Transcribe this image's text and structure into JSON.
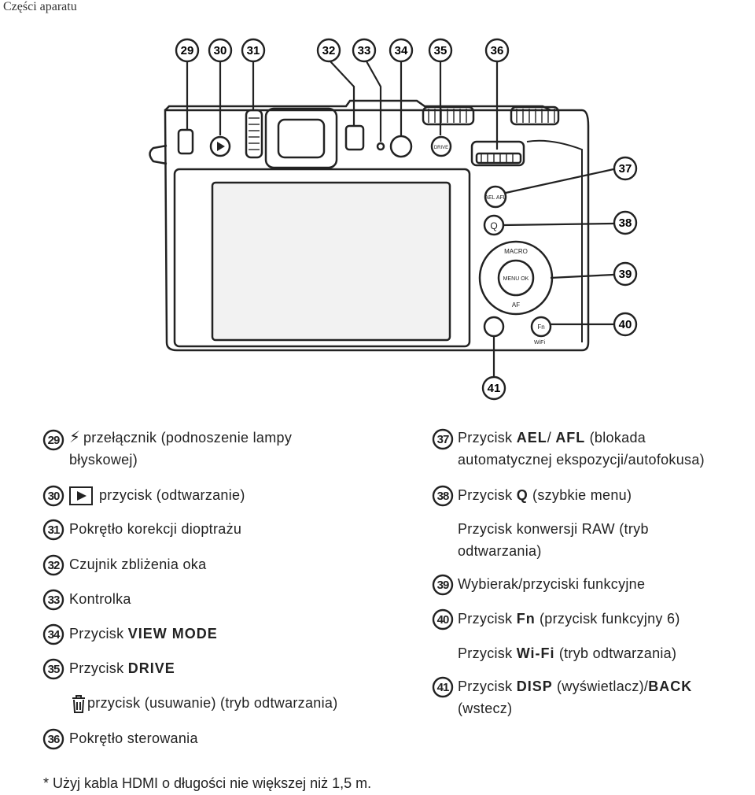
{
  "header": {
    "title": "Części aparatu"
  },
  "diagram": {
    "callouts": [
      "29",
      "30",
      "31",
      "32",
      "33",
      "34",
      "35",
      "36",
      "37",
      "38",
      "39",
      "40",
      "41"
    ],
    "button_labels": {
      "ael_afl": "AEL AFL",
      "q": "Q",
      "macro": "MACRO",
      "menu_ok": "MENU OK",
      "af": "AF",
      "fn": "Fn",
      "wifi": "WiFi",
      "drive": "DRIVE"
    }
  },
  "legend": {
    "i29": {
      "num": "29",
      "text": "przełącznik (podnoszenie lampy błyskowej)"
    },
    "i30": {
      "num": "30",
      "text": "przycisk (odtwarzanie)"
    },
    "i31": {
      "num": "31",
      "text": "Pokrętło korekcji dioptrażu"
    },
    "i32": {
      "num": "32",
      "text": "Czujnik zbliżenia oka"
    },
    "i33": {
      "num": "33",
      "text": "Kontrolka"
    },
    "i34": {
      "num": "34",
      "pre": "Przycisk ",
      "bold": "VIEW MODE"
    },
    "i35": {
      "num": "35",
      "pre": "Przycisk ",
      "bold": "DRIVE"
    },
    "i35b": {
      "text": "przycisk (usuwanie) (tryb odtwarzania)"
    },
    "i36": {
      "num": "36",
      "text": "Pokrętło sterowania"
    },
    "i37": {
      "num": "37",
      "pre": "Przycisk ",
      "bold1": "AEL",
      "sep": "/ ",
      "bold2": "AFL",
      "post": " (blokada",
      "line2": "automatycznej ekspozycji/autofokusa)"
    },
    "i38": {
      "num": "38",
      "pre": "Przycisk ",
      "bold": "Q",
      "post": " (szybkie menu)"
    },
    "i38b": {
      "line1": "Przycisk konwersji RAW (tryb",
      "line2": "odtwarzania)"
    },
    "i39": {
      "num": "39",
      "text": "Wybierak/przyciski funkcyjne"
    },
    "i40": {
      "num": "40",
      "pre": "Przycisk ",
      "bold": "Fn",
      "post": " (przycisk funkcyjny 6)"
    },
    "i40b": {
      "pre": "Przycisk ",
      "bold": "Wi-Fi",
      "post": " (tryb odtwarzania)"
    },
    "i41": {
      "num": "41",
      "pre": "Przycisk ",
      "bold1": "DISP",
      "mid": " (wyświetlacz)/",
      "bold2": "BACK",
      "line2": "(wstecz)"
    }
  },
  "footnote": "* Użyj kabla HDMI o długości nie większej niż 1,5 m."
}
